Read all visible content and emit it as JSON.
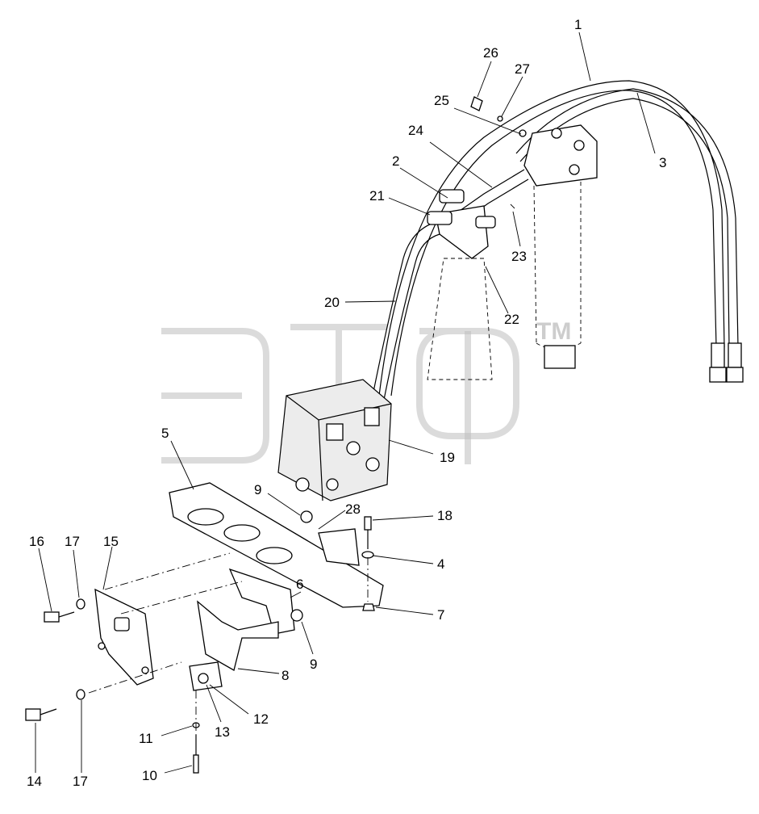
{
  "watermark": {
    "text": "ЭТФ",
    "trademark": "TM"
  },
  "callouts": [
    {
      "id": "c1",
      "label": "1"
    },
    {
      "id": "c2",
      "label": "2"
    },
    {
      "id": "c3",
      "label": "3"
    },
    {
      "id": "c4",
      "label": "4"
    },
    {
      "id": "c5",
      "label": "5"
    },
    {
      "id": "c6",
      "label": "6"
    },
    {
      "id": "c7",
      "label": "7"
    },
    {
      "id": "c8",
      "label": "8"
    },
    {
      "id": "c9a",
      "label": "9"
    },
    {
      "id": "c9b",
      "label": "9"
    },
    {
      "id": "c10",
      "label": "10"
    },
    {
      "id": "c11",
      "label": "11"
    },
    {
      "id": "c12",
      "label": "12"
    },
    {
      "id": "c13",
      "label": "13"
    },
    {
      "id": "c14",
      "label": "14"
    },
    {
      "id": "c15",
      "label": "15"
    },
    {
      "id": "c16",
      "label": "16"
    },
    {
      "id": "c17a",
      "label": "17"
    },
    {
      "id": "c17b",
      "label": "17"
    },
    {
      "id": "c18",
      "label": "18"
    },
    {
      "id": "c19",
      "label": "19"
    },
    {
      "id": "c20",
      "label": "20"
    },
    {
      "id": "c21",
      "label": "21"
    },
    {
      "id": "c22",
      "label": "22"
    },
    {
      "id": "c23",
      "label": "23"
    },
    {
      "id": "c24",
      "label": "24"
    },
    {
      "id": "c25",
      "label": "25"
    },
    {
      "id": "c26",
      "label": "26"
    },
    {
      "id": "c27",
      "label": "27"
    },
    {
      "id": "c28",
      "label": "28"
    }
  ]
}
